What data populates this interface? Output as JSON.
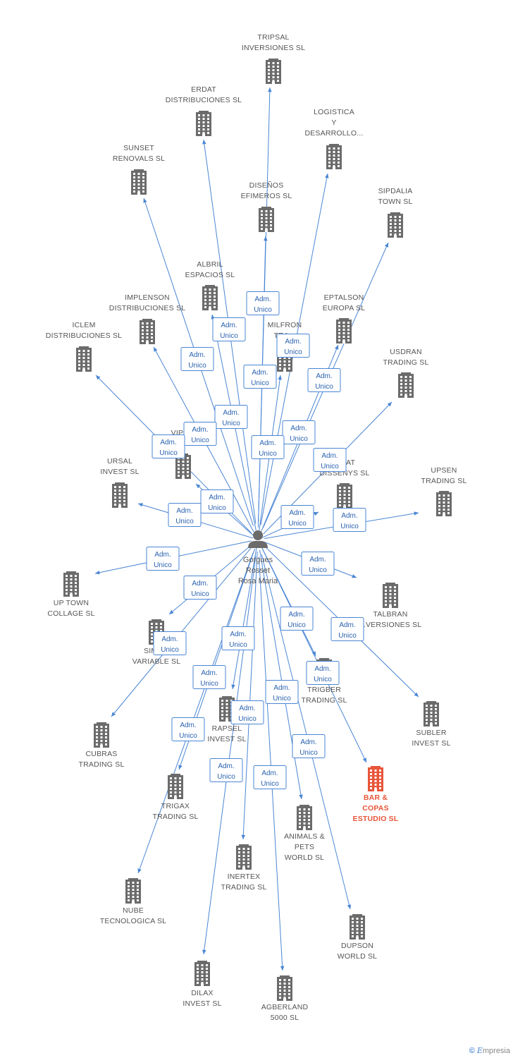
{
  "colors": {
    "edge": "#4a86d4",
    "node": "#6b6b6b",
    "highlight": "#e8553a",
    "label": "#555555"
  },
  "icons": {
    "company": "building-icon",
    "person": "person-icon"
  },
  "center": {
    "label": [
      "Gorgues",
      "Rosset",
      "Rosa Maria"
    ]
  },
  "edge_label": [
    "Adm.",
    "Unico"
  ],
  "nodes": [
    {
      "id": "tripsal",
      "label": [
        "TRIPSAL",
        "INVERSIONES SL"
      ]
    },
    {
      "id": "erdat",
      "label": [
        "ERDAT",
        "DISTRIBUCIONES SL"
      ]
    },
    {
      "id": "logistica",
      "label": [
        "LOGISTICA",
        "Y",
        "DESARROLLO..."
      ]
    },
    {
      "id": "sunset",
      "label": [
        "SUNSET",
        "RENOVALS SL"
      ]
    },
    {
      "id": "disenos",
      "label": [
        "DISEÑOS",
        "EFIMEROS SL"
      ]
    },
    {
      "id": "sipdalia",
      "label": [
        "SIPDALIA",
        "TOWN SL"
      ]
    },
    {
      "id": "albril",
      "label": [
        "ALBRIL",
        "ESPACIOS SL"
      ]
    },
    {
      "id": "implenson",
      "label": [
        "IMPLENSON",
        "DISTRIBUCIONES SL"
      ]
    },
    {
      "id": "eptalson",
      "label": [
        "EPTALSON",
        "EUROPA SL"
      ]
    },
    {
      "id": "iclem",
      "label": [
        "ICLEM",
        "DISTRIBUCIONES SL"
      ]
    },
    {
      "id": "milfron",
      "label": [
        "MILFRON",
        "TRA..."
      ]
    },
    {
      "id": "usdran",
      "label": [
        "USDRAN",
        "TRADING SL"
      ]
    },
    {
      "id": "vipd",
      "label": [
        "VIPD...",
        "...S SL"
      ]
    },
    {
      "id": "ursal",
      "label": [
        "URSAL",
        "INVEST SL"
      ]
    },
    {
      "id": "cat",
      "label": [
        "...CAT",
        "DISSENYS SL"
      ]
    },
    {
      "id": "upsen",
      "label": [
        "UPSEN",
        "TRADING SL"
      ]
    },
    {
      "id": "uptown",
      "label": [
        "UP TOWN",
        "COLLAGE SL"
      ]
    },
    {
      "id": "talbran",
      "label": [
        "TALBRAN",
        "...VERSIONES SL"
      ]
    },
    {
      "id": "sime",
      "label": [
        "SIME...",
        "VARIABLE SL"
      ]
    },
    {
      "id": "trigber",
      "label": [
        "TRIGBER",
        "TRADING SL"
      ]
    },
    {
      "id": "subler",
      "label": [
        "SUBLER",
        "INVEST SL"
      ]
    },
    {
      "id": "cubras",
      "label": [
        "CUBRAS",
        "TRADING SL"
      ]
    },
    {
      "id": "rapsel",
      "label": [
        "RAPSEL",
        "INVEST SL"
      ]
    },
    {
      "id": "bar",
      "label": [
        "BAR &",
        "COPAS",
        "ESTUDIO  SL"
      ],
      "highlight": true
    },
    {
      "id": "trigax",
      "label": [
        "TRIGAX",
        "TRADING SL"
      ]
    },
    {
      "id": "animals",
      "label": [
        "ANIMALS &",
        "PETS",
        "WORLD SL"
      ]
    },
    {
      "id": "inertex",
      "label": [
        "INERTEX",
        "TRADING SL"
      ]
    },
    {
      "id": "nube",
      "label": [
        "NUBE",
        "TECNOLOGICA SL"
      ]
    },
    {
      "id": "dupson",
      "label": [
        "DUPSON",
        "WORLD SL"
      ]
    },
    {
      "id": "dilax",
      "label": [
        "DILAX",
        "INVEST SL"
      ]
    },
    {
      "id": "agberland",
      "label": [
        "AGBERLAND",
        "5000 SL"
      ]
    }
  ],
  "brand": {
    "symbol": "©",
    "name": "mpresia",
    "initial": "E"
  }
}
